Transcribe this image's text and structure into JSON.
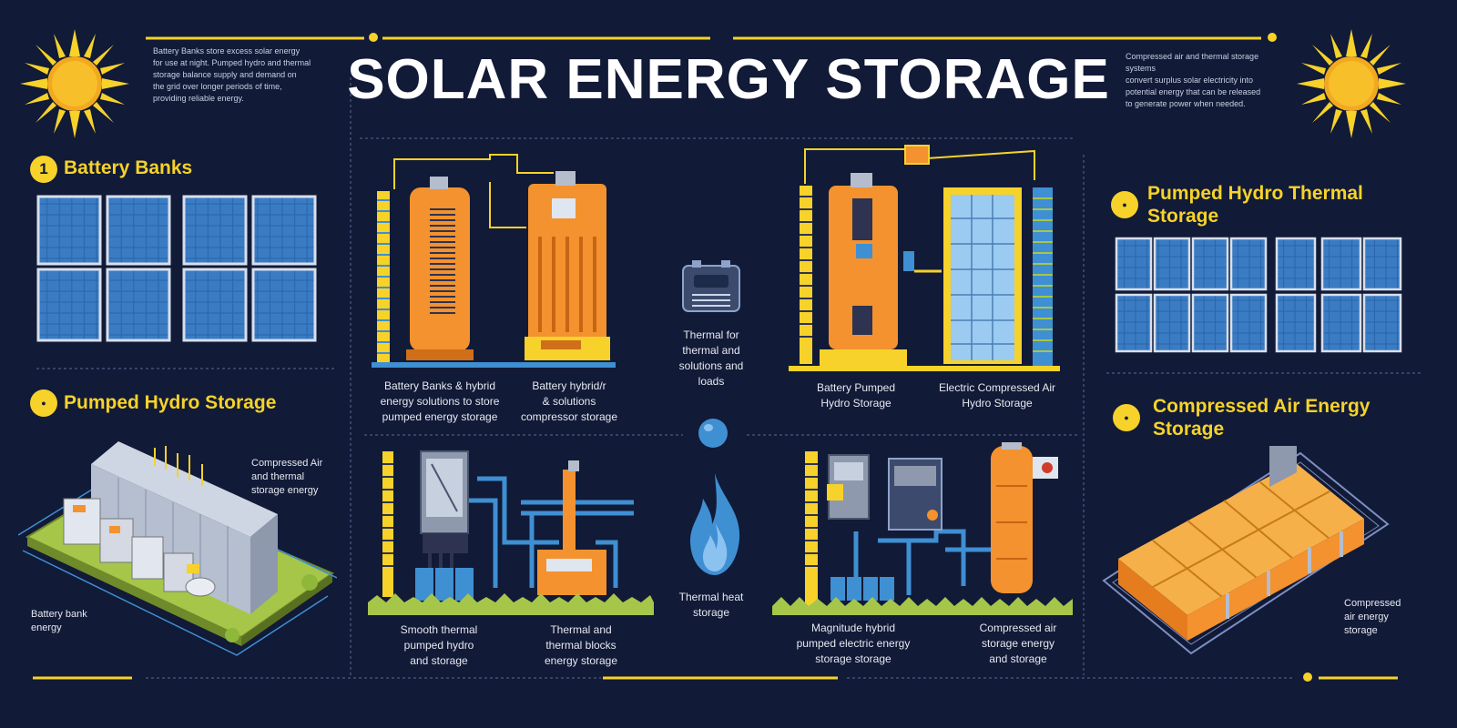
{
  "title": "SOLAR ENERGY STORAGE",
  "colors": {
    "background": "#111a36",
    "accent": "#f6d22a",
    "orange": "#f3922e",
    "blue": "#3f8fd3",
    "green": "#a6c64a"
  },
  "intro_left": [
    "Battery Banks store excess solar energy",
    "for use at night. Pumped hydro and thermal",
    "storage balance supply and demand on",
    "the grid over longer periods of time,",
    "providing reliable energy."
  ],
  "intro_right": [
    "Compressed air and thermal storage systems",
    "convert surplus solar electricity into",
    "potential energy that can be released",
    "to generate power when needed."
  ],
  "sections": {
    "battery_banks": {
      "number": "1",
      "title": "Battery Banks"
    },
    "pumped_hydro": {
      "title": "Pumped Hydro Storage",
      "callout": [
        "Compressed Air",
        "and thermal",
        "storage energy"
      ],
      "caption": [
        "Battery bank",
        "energy"
      ]
    },
    "pumped_hydro_thermal": {
      "title_line1": "Pumped Hydro Thermal",
      "title_line2": "Storage"
    },
    "compressed_air": {
      "title_line1": "Compressed Air Energy",
      "title_line2": "Storage",
      "caption": [
        "Compressed",
        "air energy",
        "storage"
      ]
    }
  },
  "center": {
    "upper_left_captions": [
      [
        "Battery Banks & hybrid",
        "energy solutions to store",
        "pumped energy storage"
      ],
      [
        "Battery hybrid/r",
        "& solutions",
        "compressor storage"
      ]
    ],
    "upper_right_captions": [
      [
        "Battery Pumped",
        "Hydro Storage"
      ],
      [
        "Electric Compressed Air",
        "Hydro Storage"
      ]
    ],
    "middle_note": [
      "Thermal for",
      "thermal and",
      "solutions and",
      "loads"
    ],
    "middle_note_bottom": [
      "Thermal heat",
      "storage"
    ],
    "lower_left_captions": [
      [
        "Smooth thermal",
        "pumped hydro",
        "and storage"
      ],
      [
        "Thermal and",
        "thermal blocks",
        "energy storage"
      ]
    ],
    "lower_right_captions": [
      [
        "Magnitude hybrid",
        "pumped electric energy",
        "storage storage"
      ],
      [
        "Compressed air",
        "storage energy",
        "and storage"
      ]
    ]
  },
  "icons": [
    "sun-icon",
    "battery-icon",
    "water-drop-icon",
    "flame-icon"
  ]
}
